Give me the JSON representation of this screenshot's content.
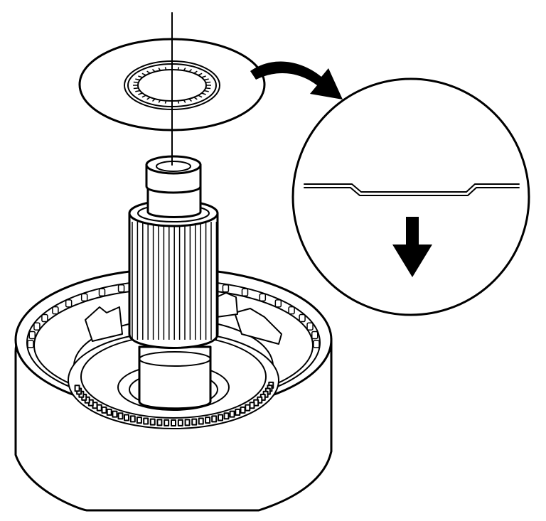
{
  "figure": {
    "description_labels": [],
    "colors": {
      "line": "#000000",
      "background": "#ffffff"
    },
    "parts": {
      "washer": "thrust-washer",
      "shaft": "splined-shaft",
      "housing": "clutch-housing",
      "detail": "washer-profile-detail",
      "arrow": "install-direction-arrow"
    }
  }
}
